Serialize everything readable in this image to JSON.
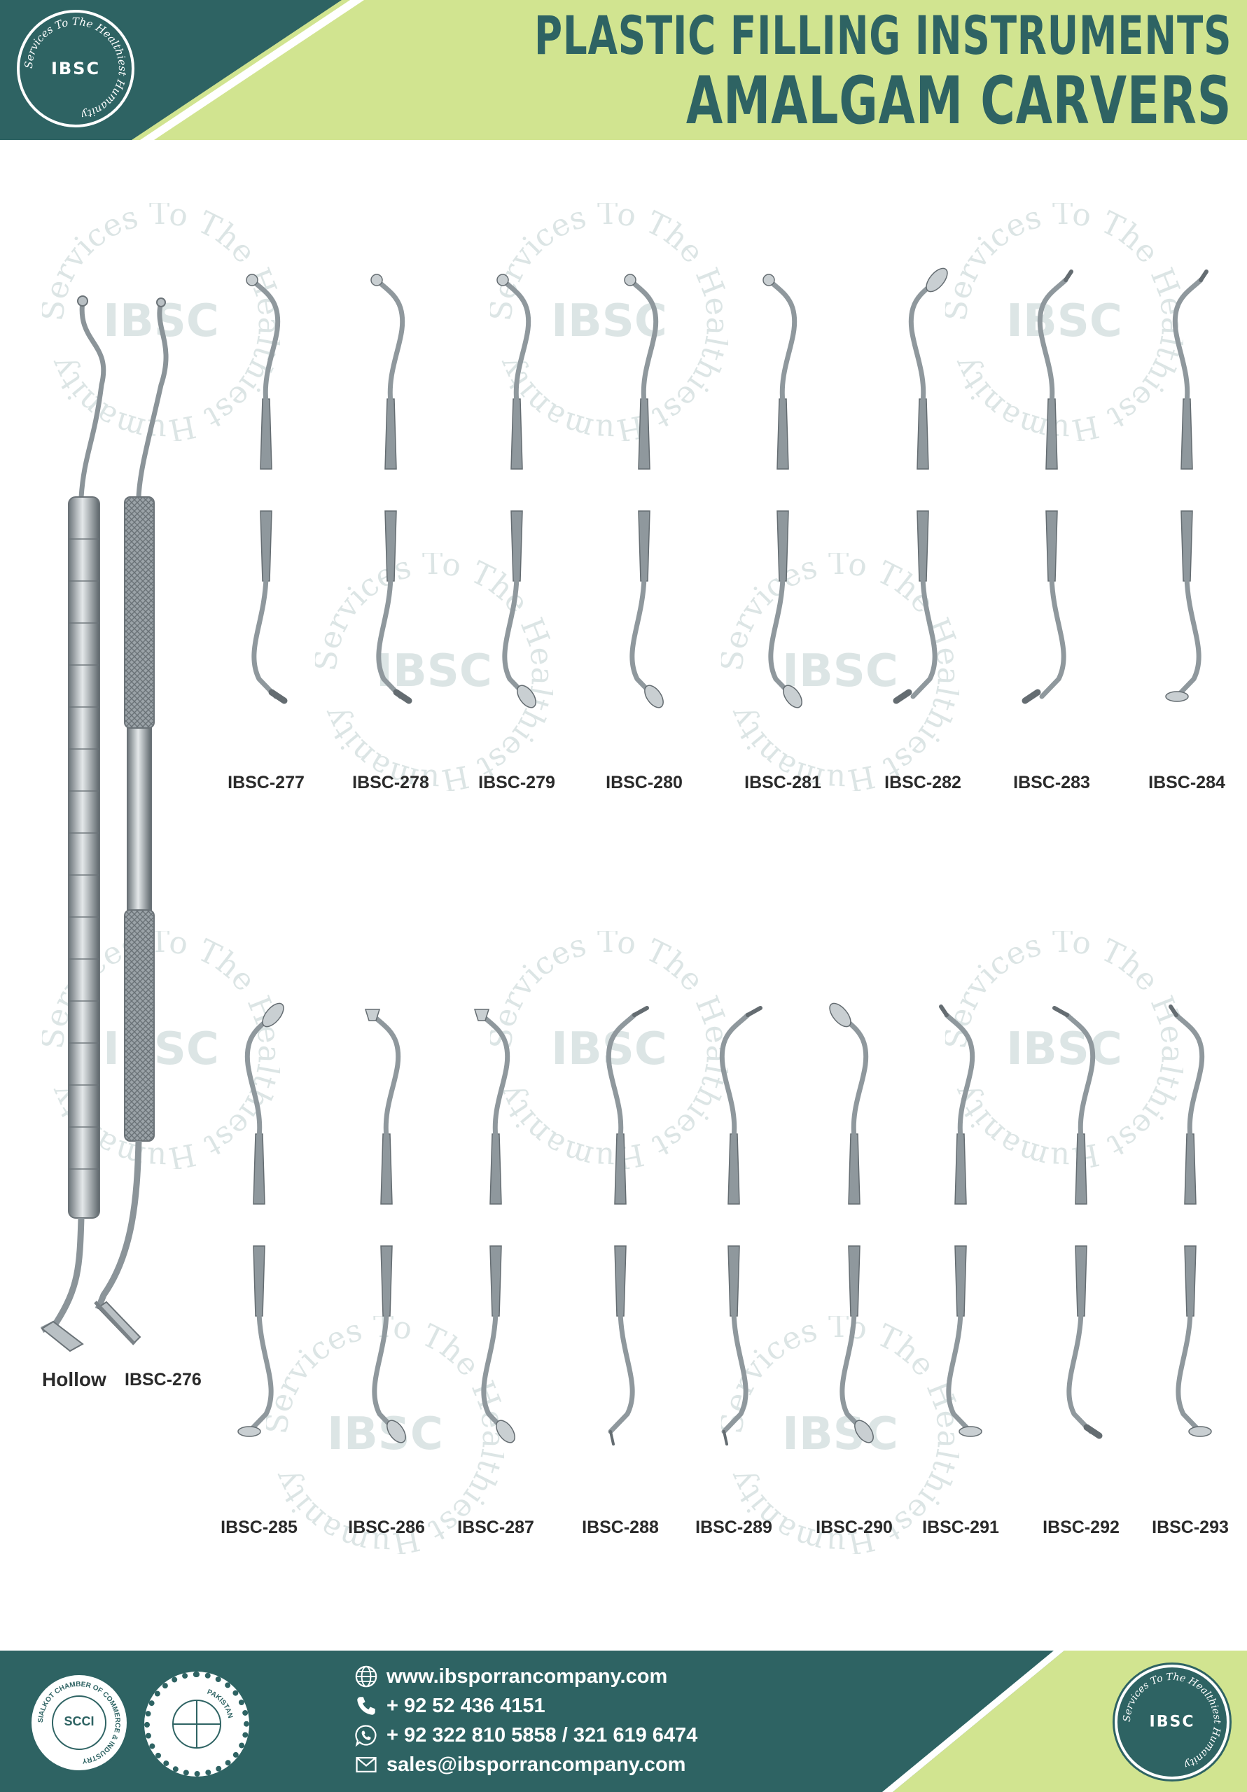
{
  "header": {
    "title_line1": "PLASTIC FILLING INSTRUMENTS",
    "title_line2": "AMALGAM CARVERS",
    "logo_text": "IBSC",
    "logo_ring_text": "Services To The Healthiest Humanity"
  },
  "colors": {
    "teal": "#2e6363",
    "lime": "#d1e490",
    "steel": "#9aa3a8"
  },
  "main_instrument": {
    "variant_label": "Hollow",
    "code": "IBSC-276"
  },
  "row1": {
    "codes": [
      "IBSC-277",
      "IBSC-278",
      "IBSC-279",
      "IBSC-280",
      "IBSC-281",
      "IBSC-282",
      "IBSC-283",
      "IBSC-284"
    ]
  },
  "row2": {
    "codes": [
      "IBSC-285",
      "IBSC-286",
      "IBSC-287",
      "IBSC-288",
      "IBSC-289",
      "IBSC-290",
      "IBSC-291",
      "IBSC-292",
      "IBSC-293"
    ]
  },
  "footer": {
    "website": "www.ibsporrancompany.com",
    "phone": "+ 92 52 436 4151",
    "whatsapp": "+ 92 322 810 5858 / 321 619 6474",
    "email": "sales@ibsporrancompany.com",
    "seal1_text": "SCCI",
    "seal1_ring": "SIALKOT CHAMBER OF COMMERCE & INDUSTRY",
    "seal2_ring": "PAKISTAN"
  },
  "icons": {
    "website": "globe-icon",
    "phone": "phone-icon",
    "whatsapp": "whatsapp-icon",
    "email": "mail-icon"
  }
}
